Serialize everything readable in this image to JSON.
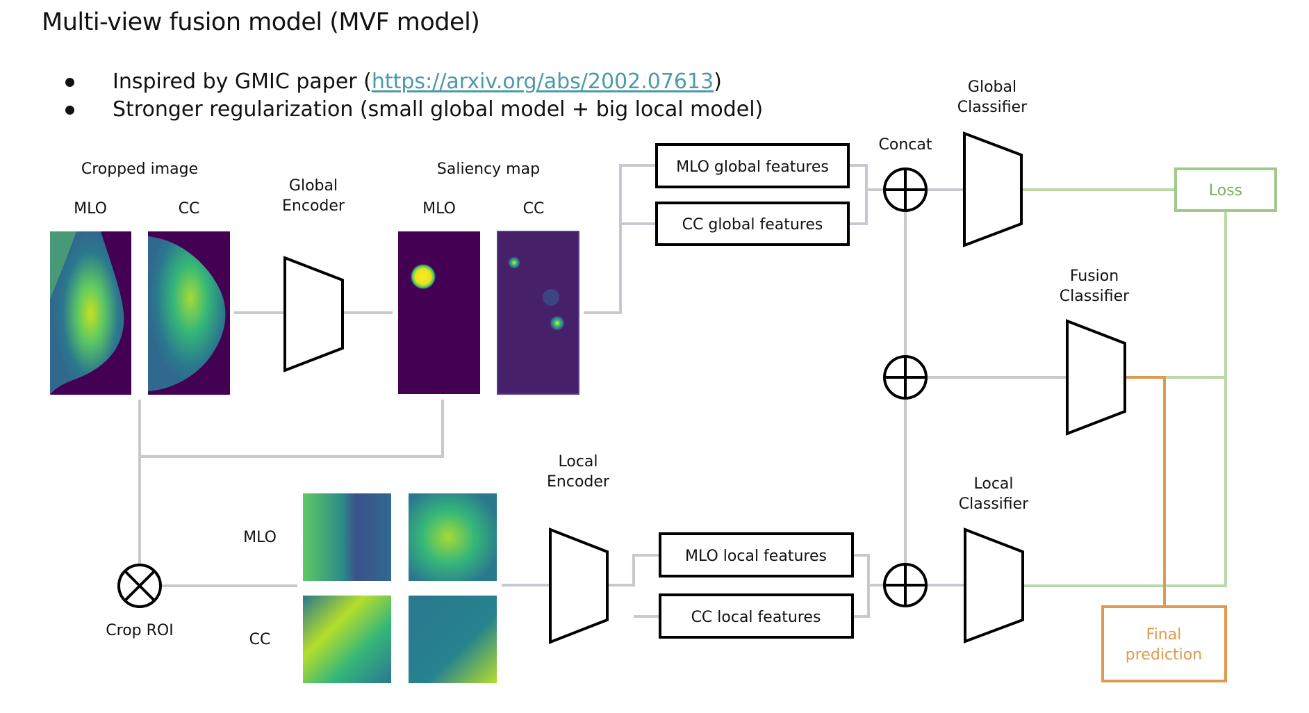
{
  "title": "Multi-view fusion model (MVF model)",
  "bullets": [
    {
      "prefix": "Inspired by GMIC paper (",
      "link": "https://arxiv.org/abs/2002.07613",
      "suffix": ")"
    },
    {
      "text": "Stronger regularization (small global model + big local model)"
    }
  ],
  "labels": {
    "cropped_image": "Cropped image",
    "mlo": "MLO",
    "cc": "CC",
    "global_encoder": [
      "Global",
      "Encoder"
    ],
    "saliency_map": "Saliency map",
    "concat": "Concat",
    "global_classifier": [
      "Global",
      "Classifier"
    ],
    "fusion_classifier": [
      "Fusion",
      "Classifier"
    ],
    "local_classifier": [
      "Local",
      "Classifier"
    ],
    "local_encoder": [
      "Local",
      "Encoder"
    ],
    "crop_roi": "Crop ROI"
  },
  "boxes": {
    "mlo_global": "MLO global features",
    "cc_global": "CC global features",
    "mlo_local": "MLO local features",
    "cc_local": "CC local features",
    "loss": "Loss",
    "final_prediction": [
      "Final",
      "prediction"
    ]
  },
  "colors": {
    "connector": "#c8c9d0",
    "loss_green": "#a3c98a",
    "loss_line": "#bcd8a8",
    "final_orange": "#e09a4d",
    "link": "#4a9aa8",
    "viridis_dark": "#440154",
    "viridis_yellow": "#fde725"
  }
}
